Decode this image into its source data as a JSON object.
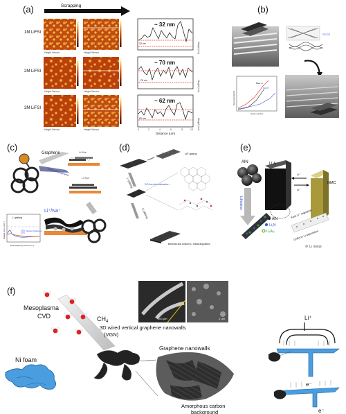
{
  "panels": {
    "a": {
      "label": "(a)",
      "arrow_label": "Scrapping",
      "rows": [
        {
          "label": "1M LiFSI",
          "thickness": "~ 32 nm",
          "marker": "32 nm"
        },
        {
          "label": "2M LiFSI",
          "thickness": "~ 70 nm",
          "marker": "~76 nm"
        },
        {
          "label": "3M LiFSI",
          "thickness": "~ 62 nm",
          "marker": "62 nm"
        }
      ],
      "map_caption": "Height Sensor",
      "ylabel": "Height (nm)",
      "xlabel": "Distance (um)",
      "xticks": [
        "0",
        "2",
        "4",
        "6",
        "8",
        "10"
      ]
    },
    "b": {
      "label": "(b)",
      "legend": [
        "SCCP",
        "Bare Li",
        "SCCP"
      ],
      "xlabel": "Cycle number",
      "ylabel": "Overpotential (V)"
    },
    "c": {
      "label": "(c)",
      "graphene_label": "Graphene",
      "stripped_label": "Stacked graphene",
      "ion_label1": "Li⁺/Na⁺",
      "ion_label2": "Li⁺/Na⁺",
      "ion_label3": "Li⁺/Na⁺",
      "plot_title": "Li plating",
      "plot_legend": "Stacked Graphene",
      "plot_ylabel": "Voltage (V vs. Li/Li⁺)",
      "plot_xlabel": "Areal capacity (mAh cm⁻²)"
    },
    "d": {
      "label": "(d)",
      "top_label": "LiF grains",
      "plating1": "Li plating",
      "func_label": "SO functionalization",
      "plating2": "Li plating",
      "bottom_label": "Beneath and uniform Li metal deposition"
    },
    "e": {
      "label": "(e)",
      "aln": "AlN",
      "lla": "LLA",
      "nmc": "NMC",
      "lithiation": "Lithiation",
      "li_plus_1": "Li⁺",
      "li_plus_2": "Li⁺",
      "legend": [
        "AlN",
        "Li₃N",
        "LiₓAlᵧ"
      ],
      "fast_migration": "Fast Li⁺ migration",
      "uniform": "Uniform Li deposition",
      "li_metal": "Li metal"
    },
    "f": {
      "label": "(f)",
      "mesoplasma": "Mesoplasma",
      "cvd": "CVD",
      "ch4": "CH",
      "ch4_sub": "4",
      "nifoam": "Ni foam",
      "vgn1": "3D wired vertical graphene nanowalls",
      "vgn2": "(VGN)",
      "nanowalls": "Graphene nanowalls",
      "amorphous1": "Amorphous carbon",
      "amorphous2": "background",
      "scale1": "100 μm",
      "scale2": "1 μm",
      "li_plus": "Li⁺",
      "electron1": "e⁻",
      "electron2": "e⁻"
    }
  }
}
